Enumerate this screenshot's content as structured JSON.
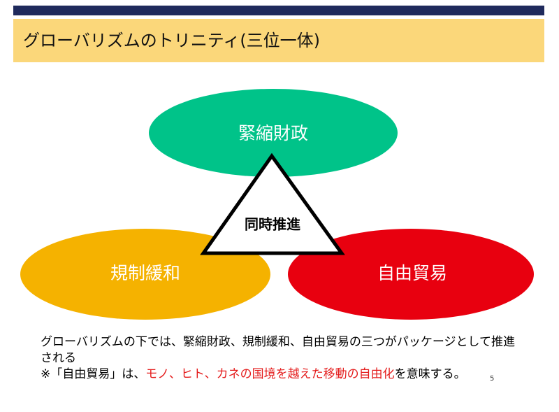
{
  "title": "グローバリズムのトリニティ(三位一体)",
  "diagram": {
    "nodes": {
      "top": {
        "label": "緊縮財政",
        "color": "#00c389"
      },
      "left": {
        "label": "規制緩和",
        "color": "#f5b200"
      },
      "right": {
        "label": "自由貿易",
        "color": "#e8000f"
      }
    },
    "center_label": "同時推進"
  },
  "caption": {
    "line1": "グローバリズムの下では、緊縮財政、規制緩和、自由貿易の三つがパッケージとして推進される",
    "note_prefix": "※「自由貿易」は、",
    "note_highlight_1": "モノ、ヒト、カネの国境を越えた移動の自由化",
    "note_suffix": "を意味する。",
    "highlight_color": "#e41c1c"
  },
  "page_number": "5"
}
